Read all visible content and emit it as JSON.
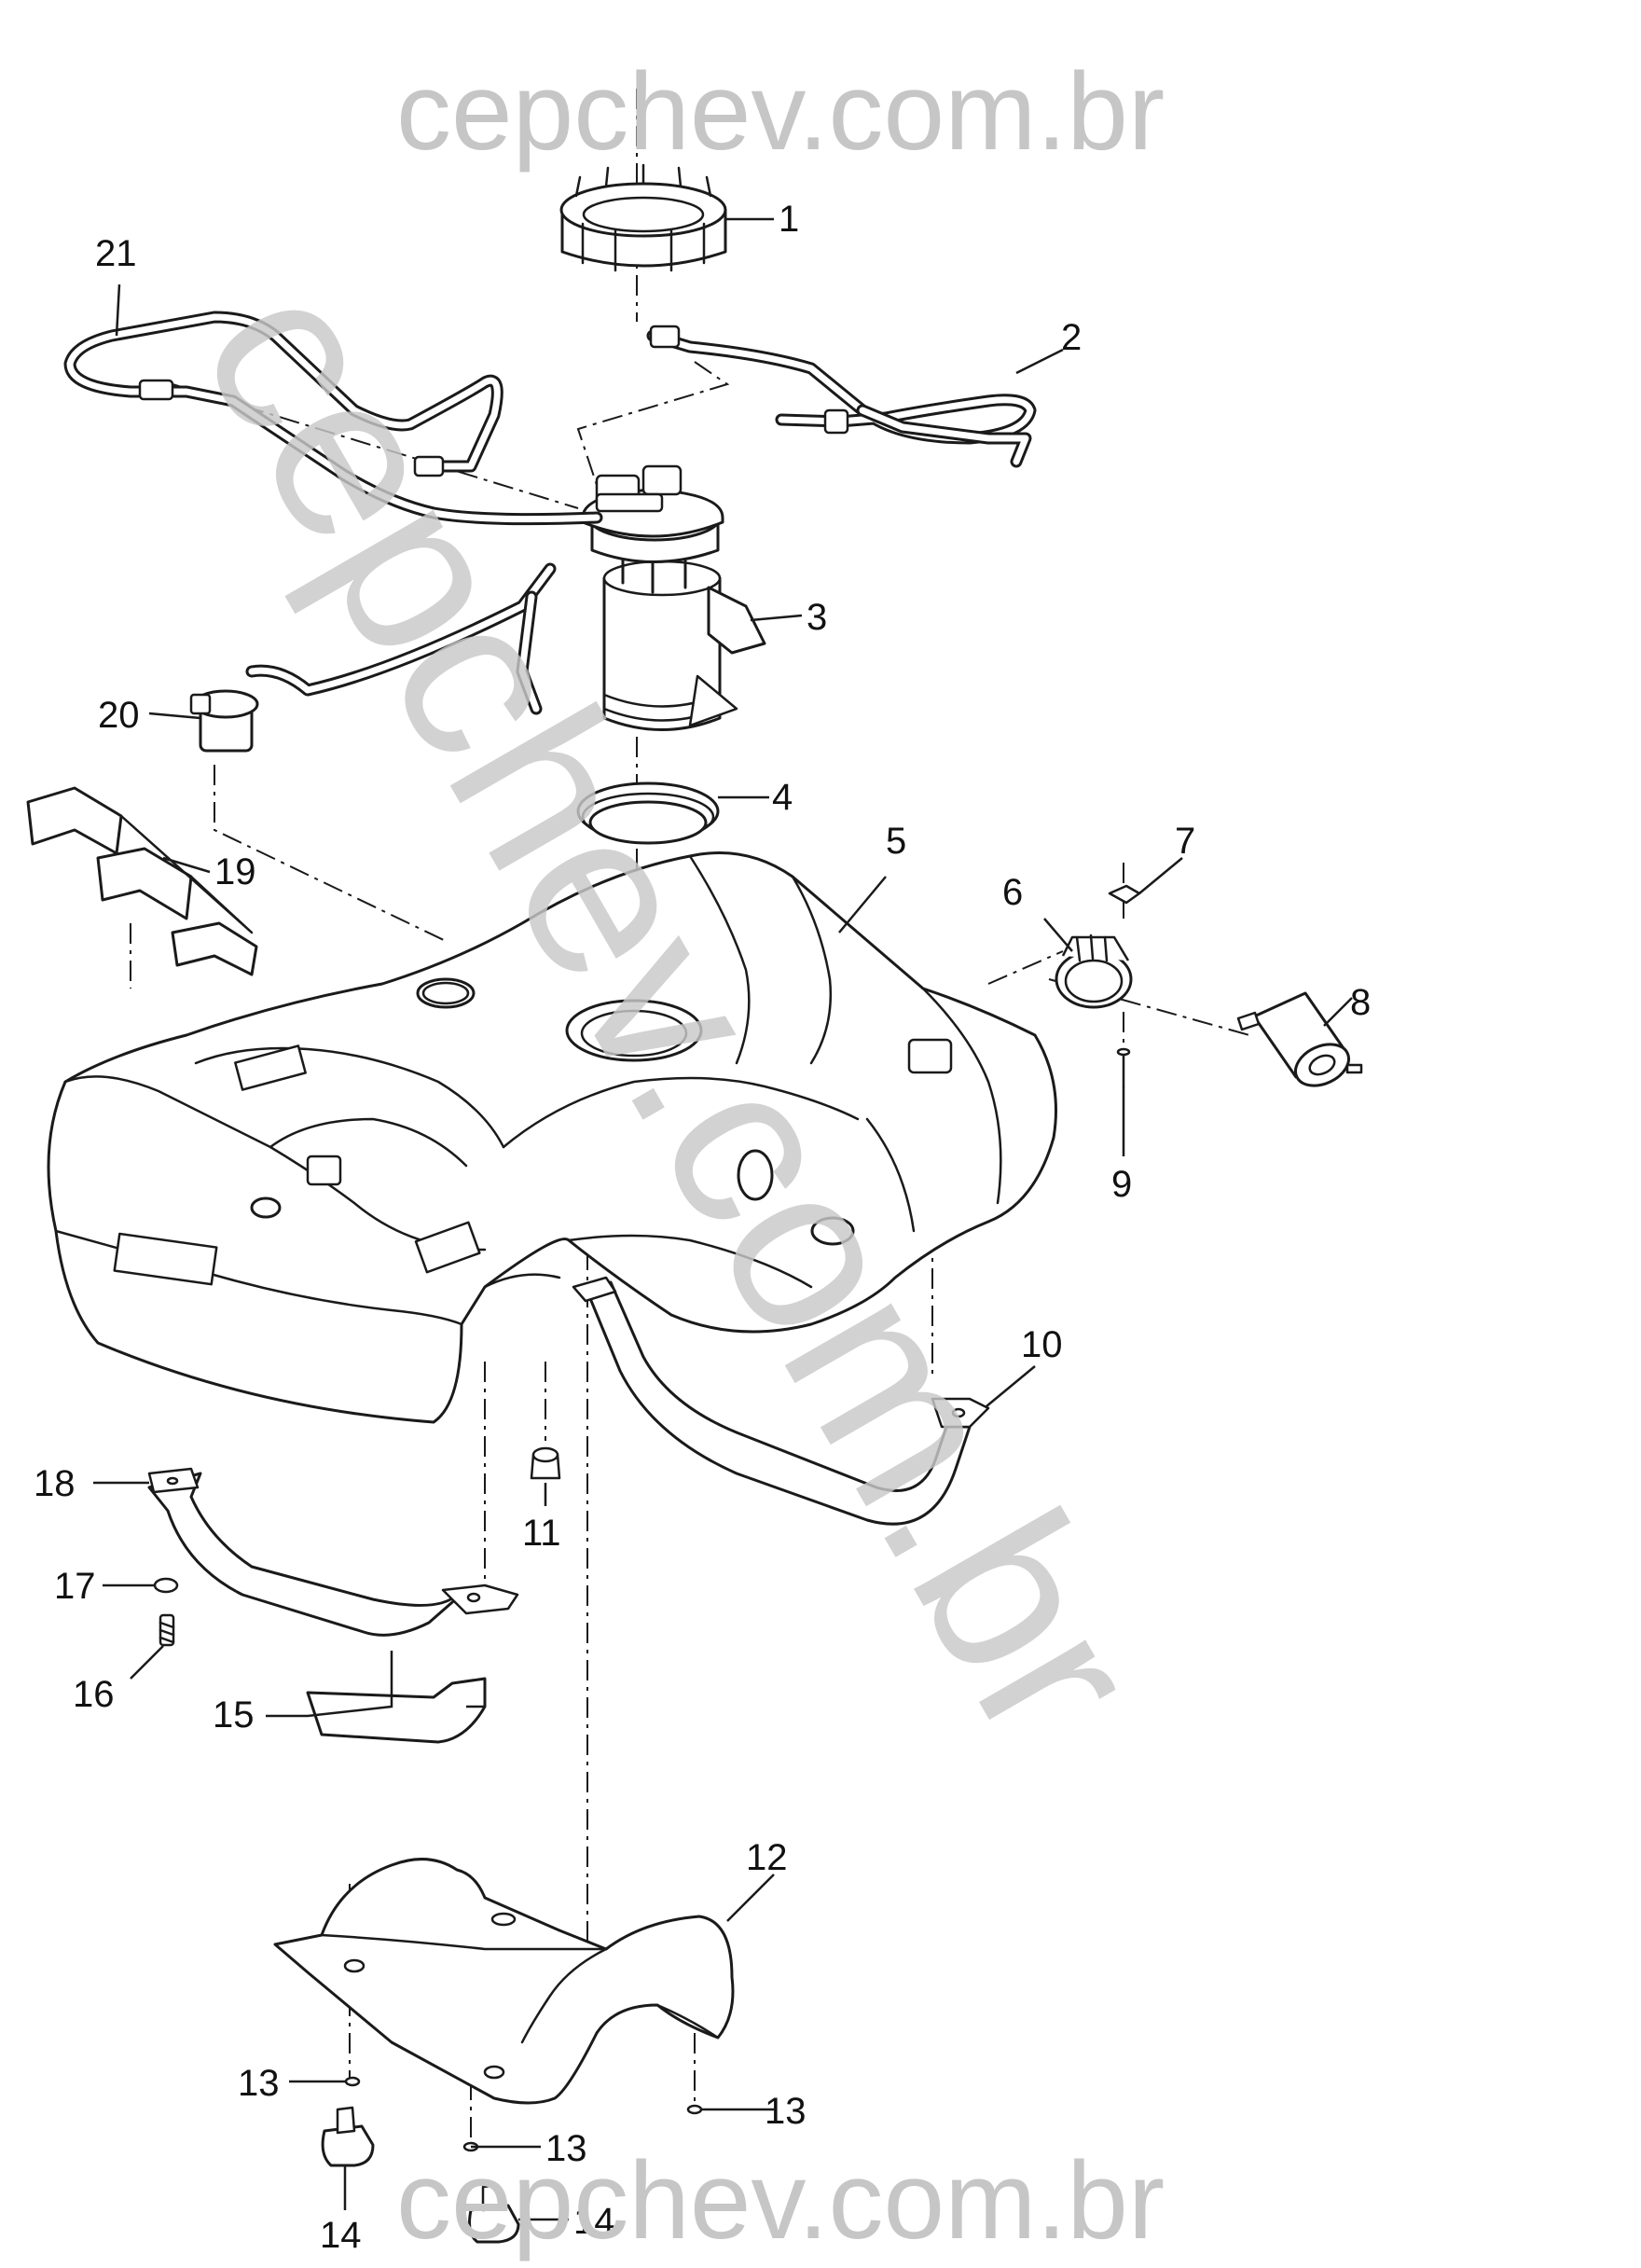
{
  "watermarks": {
    "top": "cepchev.com.br",
    "bottom": "cepchev.com.br",
    "diagonal": "cepchev.com.br"
  },
  "callouts": {
    "c1": "1",
    "c2": "2",
    "c3": "3",
    "c4": "4",
    "c5": "5",
    "c6": "6",
    "c7": "7",
    "c8": "8",
    "c9": "9",
    "c10": "10",
    "c11": "11",
    "c12": "12",
    "c13a": "13",
    "c13b": "13",
    "c13c": "13",
    "c14a": "14",
    "c14b": "14",
    "c15": "15",
    "c16": "16",
    "c17": "17",
    "c18": "18",
    "c19": "19",
    "c20": "20",
    "c21": "21"
  },
  "colors": {
    "line": "#1a1a1a",
    "watermark": "#c6c6c6",
    "background": "#ffffff"
  }
}
